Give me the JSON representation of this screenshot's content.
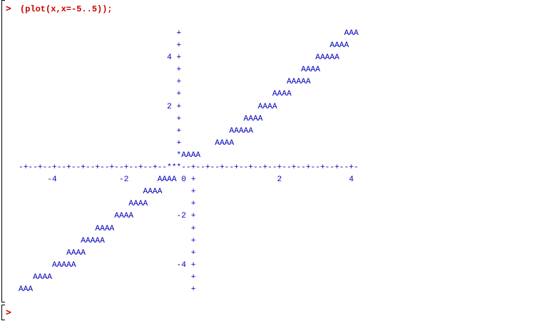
{
  "worksheet": {
    "prompt_symbol": ">",
    "input": {
      "command": "(plot(x,x=-5..5));"
    },
    "output": {
      "plot_lines": [
        "                                 +                                  AAA",
        "                                 +                               AAAA",
        "                               4 +                            AAAAA",
        "                                 +                         AAAA",
        "                                 +                      AAAAA",
        "                                 +                   AAAA",
        "                               2 +                AAAA",
        "                                 +             AAAA",
        "                                 +          AAAAA",
        "                                 +       AAAA",
        "                                 *AAAA",
        "-+--+--+--+--+--+--+--+--+--+--***--+--+--+--+--+--+--+--+--+--+--+--+-",
        "      -4             -2      AAAA 0 +                 2              4",
        "                          AAAA      +",
        "                       AAAA         +",
        "                    AAAA         -2 +",
        "                AAAA                +",
        "             AAAAA                  +",
        "          AAAA                      +",
        "       AAAAA                     -4 +",
        "   AAAA                             +",
        "AAA                                 +"
      ]
    },
    "next_prompt_symbol": ">"
  }
}
